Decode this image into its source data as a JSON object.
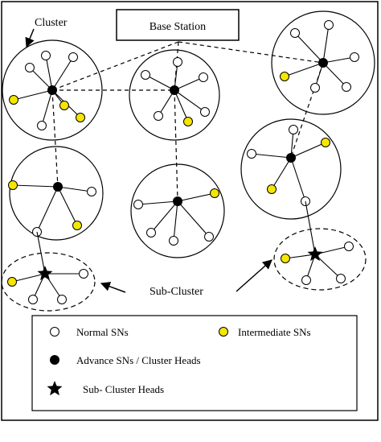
{
  "labels": {
    "base_station": "Base Station",
    "cluster": "Cluster",
    "sub_cluster": "Sub-Cluster"
  },
  "legend": {
    "normal": "Normal SNs",
    "intermediate": "Intermediate SNs",
    "advance": "Advance SNs / Cluster Heads",
    "sub_head": "Sub- Cluster Heads"
  },
  "colors": {
    "intermediate_fill": "#f5e600",
    "line": "#000000",
    "background": "#ffffff"
  },
  "icons": {
    "cluster_head": "filled-circle",
    "sub_cluster_head": "star"
  }
}
